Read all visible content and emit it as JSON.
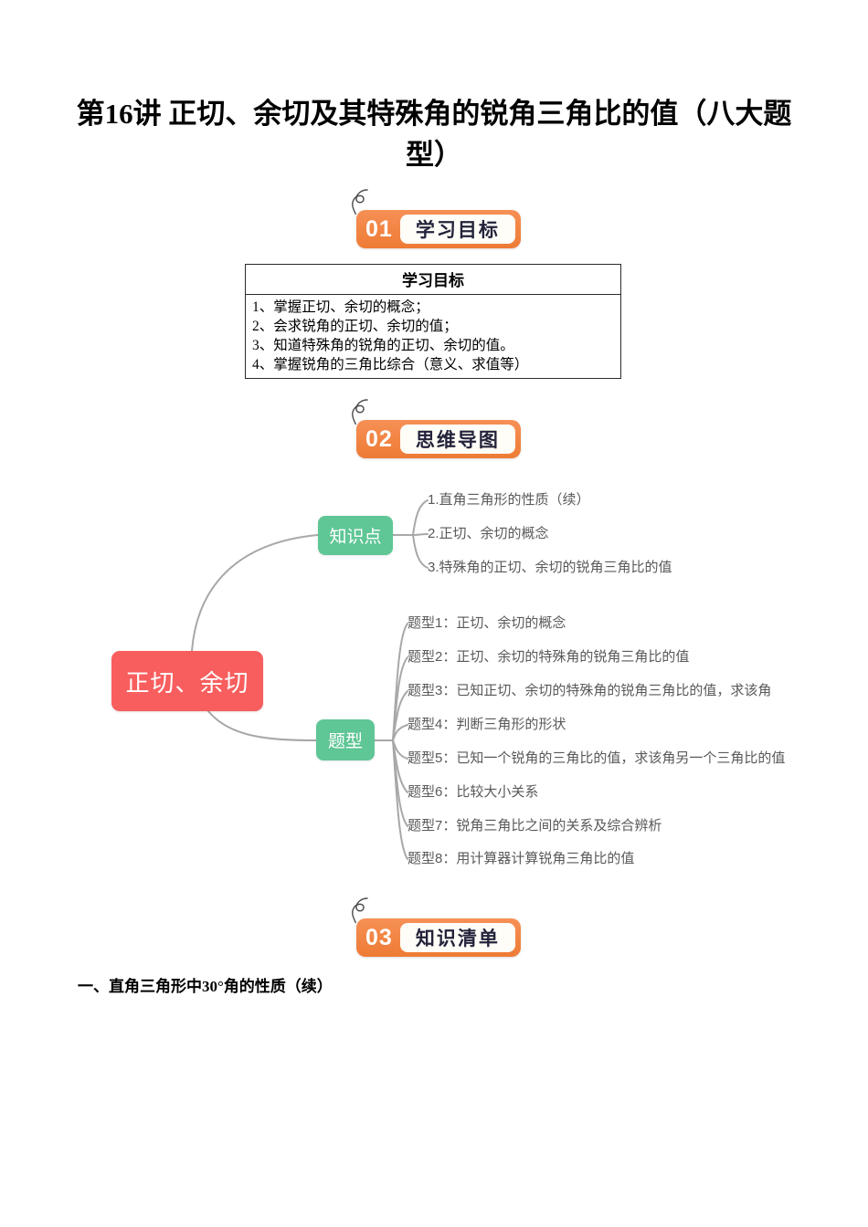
{
  "page": {
    "title_lines": [
      "第16讲 正切、余切及其特殊角的锐角三角比的值（八大题",
      "型）"
    ]
  },
  "sections": [
    {
      "number": "01",
      "label": "学习目标"
    },
    {
      "number": "02",
      "label": "思维导图"
    },
    {
      "number": "03",
      "label": "知识清单"
    }
  ],
  "objectives_table": {
    "header": "学习目标",
    "rows": [
      "1、掌握正切、余切的概念；",
      "2、会求锐角的正切、余切的值；",
      "3、知道特殊角的锐角的正切、余切的值。",
      "4、掌握锐角的三角比综合（意义、求值等）"
    ]
  },
  "mindmap": {
    "root": "正切、余切",
    "branches": [
      {
        "label": "知识点",
        "items": [
          "1.直角三角形的性质（续）",
          "2.正切、余切的概念",
          "3.特殊角的正切、余切的锐角三角比的值"
        ]
      },
      {
        "label": "题型",
        "items": [
          "题型1：正切、余切的概念",
          "题型2：正切、余切的特殊角的锐角三角比的值",
          "题型3：已知正切、余切的特殊角的锐角三角比的值，求该角",
          "题型4：判断三角形的形状",
          "题型5：已知一个锐角的三角比的值，求该角另一个三角比的值",
          "题型6：比较大小关系",
          "题型7：锐角三角比之间的关系及综合辨析",
          "题型8：用计算器计算锐角三角比的值"
        ]
      }
    ]
  },
  "knowledge_section": {
    "heading": "一、直角三角形中30°角的性质（续）"
  },
  "colors": {
    "badge_orange": "#EE7B35",
    "badge_pill_bg": "#FFFDF7",
    "badge_text_dark": "#23233B",
    "root_node_red": "#F85E5E",
    "branch_node_green": "#5FC695",
    "branch_text_gray": "#595959",
    "connector_gray": "#A8A8A8"
  }
}
